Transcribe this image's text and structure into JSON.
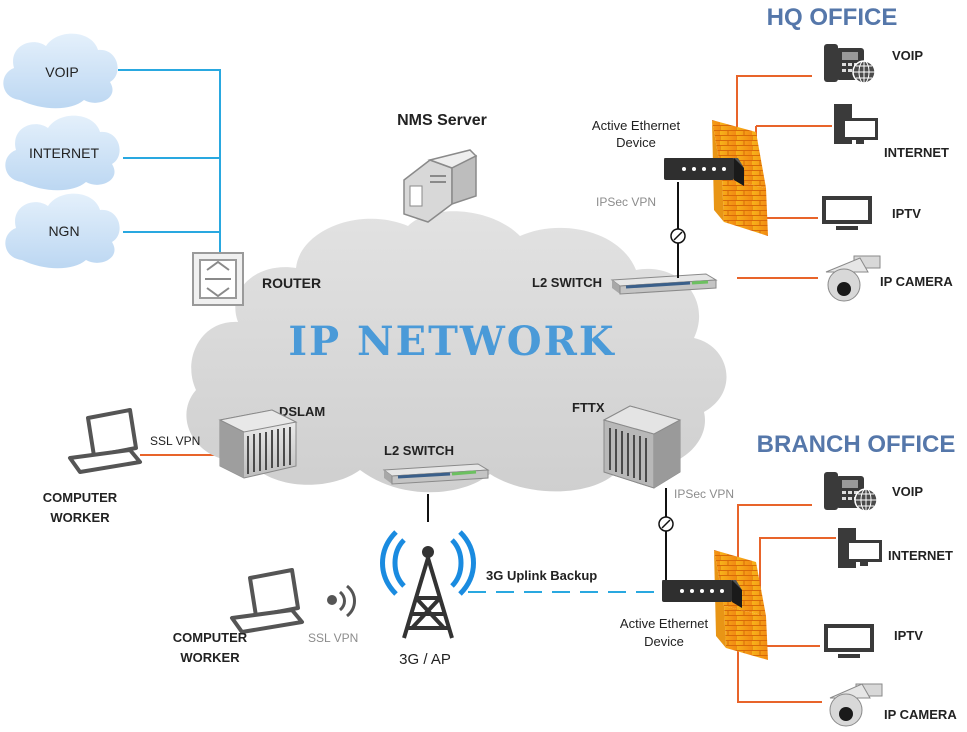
{
  "colors": {
    "blue_link": "#29a8e0",
    "orange_link": "#e8642a",
    "cloud_fill": "#dcdcdc",
    "blue_cloud": "#cfe4f8",
    "title_blue": "#5577aa",
    "network_text": "#4a9ad8",
    "vpn_gray": "#8c8c8c",
    "device_dark": "#333333"
  },
  "icons": [
    "cloud-icon",
    "router-icon",
    "server-icon",
    "switch-icon",
    "firewall-icon",
    "phone-icon",
    "pc-icon",
    "monitor-icon",
    "camera-icon",
    "laptop-icon",
    "dslam-icon",
    "tower-icon",
    "wifi-icon"
  ],
  "clouds": [
    {
      "id": "voip",
      "label": "VOIP"
    },
    {
      "id": "internet",
      "label": "INTERNET"
    },
    {
      "id": "ngn",
      "label": "NGN"
    }
  ],
  "network": {
    "title": "IP NETWORK",
    "nms_label": "NMS Server",
    "router_label": "ROUTER",
    "l2_top_label": "L2 SWITCH",
    "l2_bottom_label": "L2 SWITCH",
    "dslam_label": "DSLAM",
    "fttx_label": "FTTX",
    "ap_label": "3G / AP",
    "uplink_label": "3G Uplink Backup"
  },
  "hq": {
    "title": "HQ OFFICE",
    "device_label_1": "Active Ethernet",
    "device_label_2": "Device",
    "vpn_label": "IPSec VPN",
    "voip": "VOIP",
    "internet": "INTERNET",
    "iptv": "IPTV",
    "camera": "IP CAMERA"
  },
  "branch": {
    "title": "BRANCH OFFICE",
    "device_label_1": "Active Ethernet",
    "device_label_2": "Device",
    "vpn_label": "IPSec VPN",
    "voip": "VOIP",
    "internet": "INTERNET",
    "iptv": "IPTV",
    "camera": "IP CAMERA"
  },
  "workers": [
    {
      "line1": "COMPUTER",
      "line2": "WORKER",
      "vpn": "SSL VPN"
    },
    {
      "line1": "COMPUTER",
      "line2": "WORKER",
      "vpn": "SSL VPN"
    }
  ]
}
